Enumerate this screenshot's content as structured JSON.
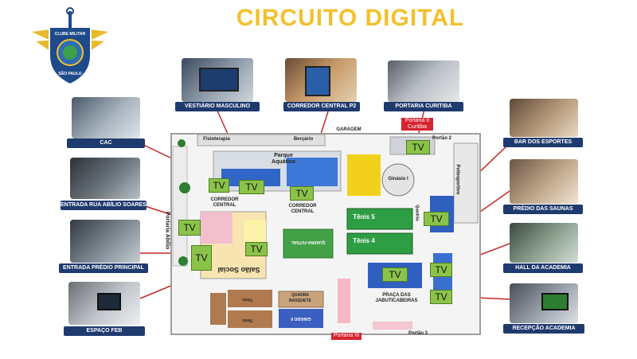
{
  "title": "CIRCUITO DIGITAL",
  "logo": {
    "text_top": "CLUBE MILITAR",
    "text_bottom": "SÃO PAULO"
  },
  "photos": {
    "vestiario": "VESTIÁRIO MASCULINO",
    "corredor_p2": "CORREDOR CENTRAL P2",
    "portaria_curitiba": "PORTARIA CURITIBA",
    "cac": "CAC",
    "bar": "BAR DOS ESPORTES",
    "entrada_abilio": "ENTRADA RUA ABÍLIO SOARES",
    "predio_saunas": "PRÉDIO DAS SAUNAS",
    "entrada_principal": "ENTRADA PRÉDIO PRINCIPAL",
    "hall_academia": "HALL DA ACADEMIA",
    "espaco_feb": "ESPAÇO FEB",
    "recepcao_academia": "RECEPÇÃO ACADEMIA"
  },
  "tv_label": "TV",
  "map": {
    "fisioterapia": "Fisioterapia",
    "bercario": "Berçário",
    "garagem": "GARAGEM",
    "portaria_ii": "Portaria II Curitiba",
    "parque_aquatico": "Parque Aquático",
    "ginasio_i": "Ginásio I",
    "poliesportivo": "Poliesportivo",
    "corredor_central_1": "CORREDOR CENTRAL",
    "corredor_central_2": "CORREDOR CENTRAL",
    "portaria_abilio": "Portaria Abílio",
    "tenis_5": "Tênis 5",
    "tenis_4": "Tênis 4",
    "quadra_futsal": "QUADRA FUTSAL",
    "salao_social": "Salão Social",
    "quadra_basquete": "QUADRA BASQUETE",
    "ginasio_ii": "GINÁSIO II",
    "praca": "PRAÇA DAS JABUTICABEIRAS",
    "tenis_small_1": "Tênis",
    "tenis_small_2": "Tênis",
    "portaria_iii": "Portaria III",
    "quadrao": "Quadrão",
    "portao_2": "Portão 2",
    "portao_3": "Portão 3"
  },
  "colors": {
    "title": "#f2c12e",
    "caption_bg": "#1f3a6e",
    "tv_fill": "#8bc34a",
    "connector": "#c62828",
    "tag_red": "#d7232f"
  }
}
